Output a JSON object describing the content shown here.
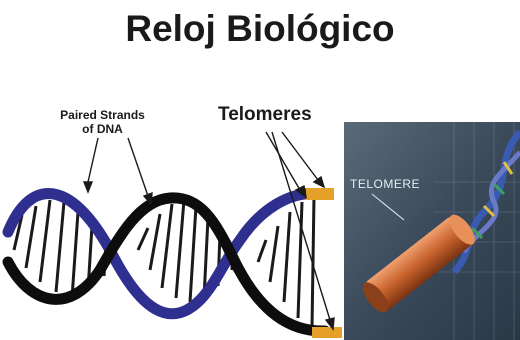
{
  "title": "Reloj Biológico",
  "labels": {
    "paired_strands_line1": "Paired Strands",
    "paired_strands_line2": "of DNA",
    "telomeres": "Telomeres",
    "telomere_photo": "TELOMERE"
  },
  "colors": {
    "strand_blue": "#2f2f8f",
    "strand_black": "#0d0d0d",
    "telomere_cap": "#e5a02a",
    "photo_bg": "#3a4a5a",
    "telomere_3d": "#c8622c"
  }
}
